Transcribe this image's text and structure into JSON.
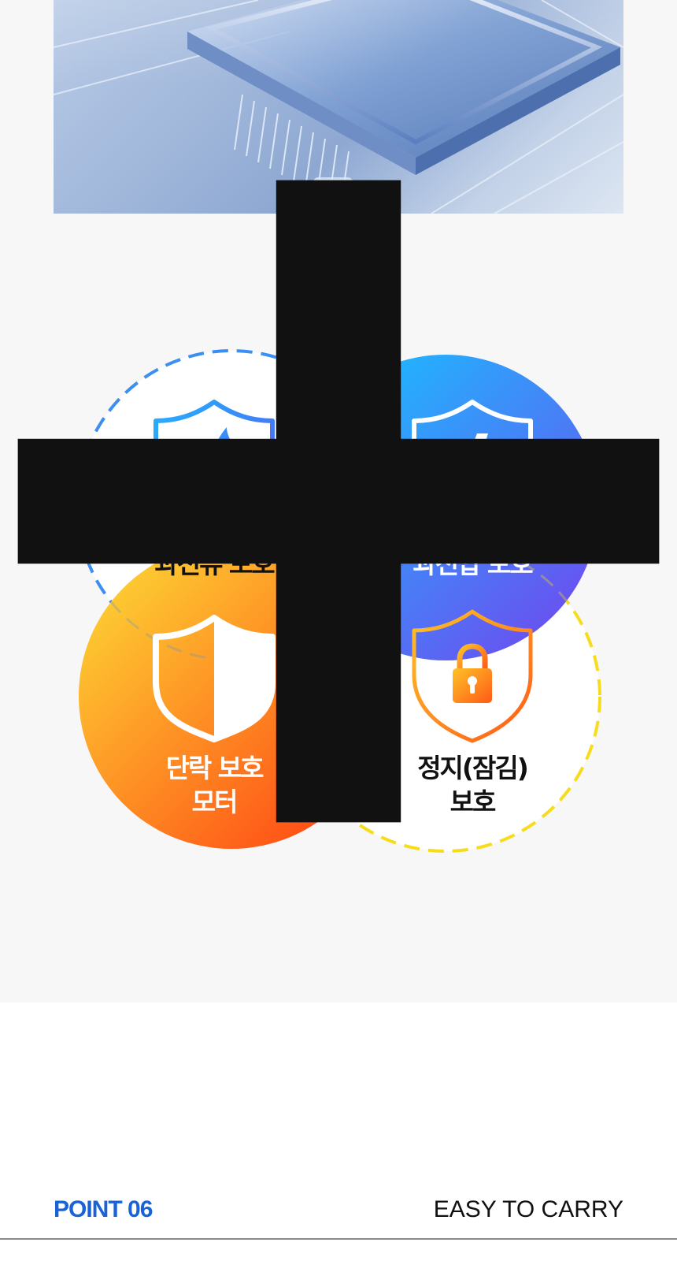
{
  "features": [
    {
      "label_lines": [
        "과전류 보호"
      ],
      "icon": "flame-shield-icon"
    },
    {
      "label_lines": [
        "과전압 보호"
      ],
      "icon": "lightning-shield-icon"
    },
    {
      "label_lines": [
        "단락 보호",
        "모터"
      ],
      "icon": "half-shield-icon"
    },
    {
      "label_lines": [
        "정지(잠김)",
        "보호"
      ],
      "icon": "lock-shield-icon"
    }
  ],
  "footer": {
    "point_label": "POINT 06",
    "tagline": "EASY TO CARRY"
  },
  "colors": {
    "page_bg": "#f7f7f7",
    "blue_dashed": "#3a8ff0",
    "blue_gradient": [
      "#1cbcff",
      "#6a4ff0"
    ],
    "orange_gradient": [
      "#fdd033",
      "#ff4a14"
    ],
    "yellow_dashed": "#f7dc1e",
    "accent_blue": "#1a63d6"
  }
}
